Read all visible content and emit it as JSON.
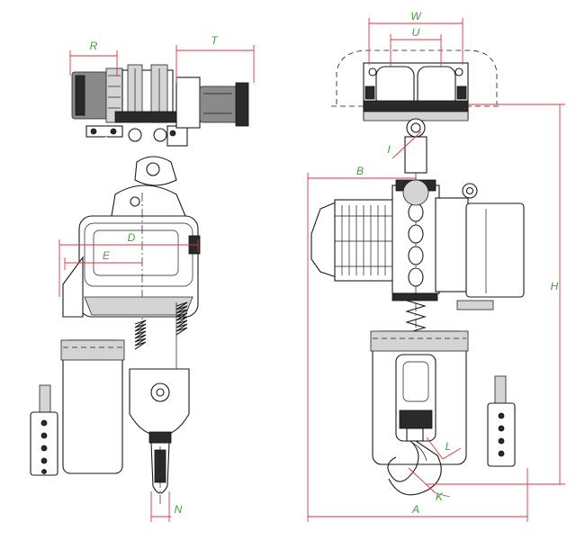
{
  "diagram": {
    "colors": {
      "dimension": "#d9363e",
      "label": "#3aa335",
      "line": "#1a1a1a"
    },
    "labels": {
      "R": "R",
      "T": "T",
      "D": "D",
      "E": "E",
      "N": "N",
      "W": "W",
      "U": "U",
      "I": "I",
      "B": "B",
      "H": "H",
      "L": "L",
      "K": "K",
      "A": "A"
    }
  }
}
